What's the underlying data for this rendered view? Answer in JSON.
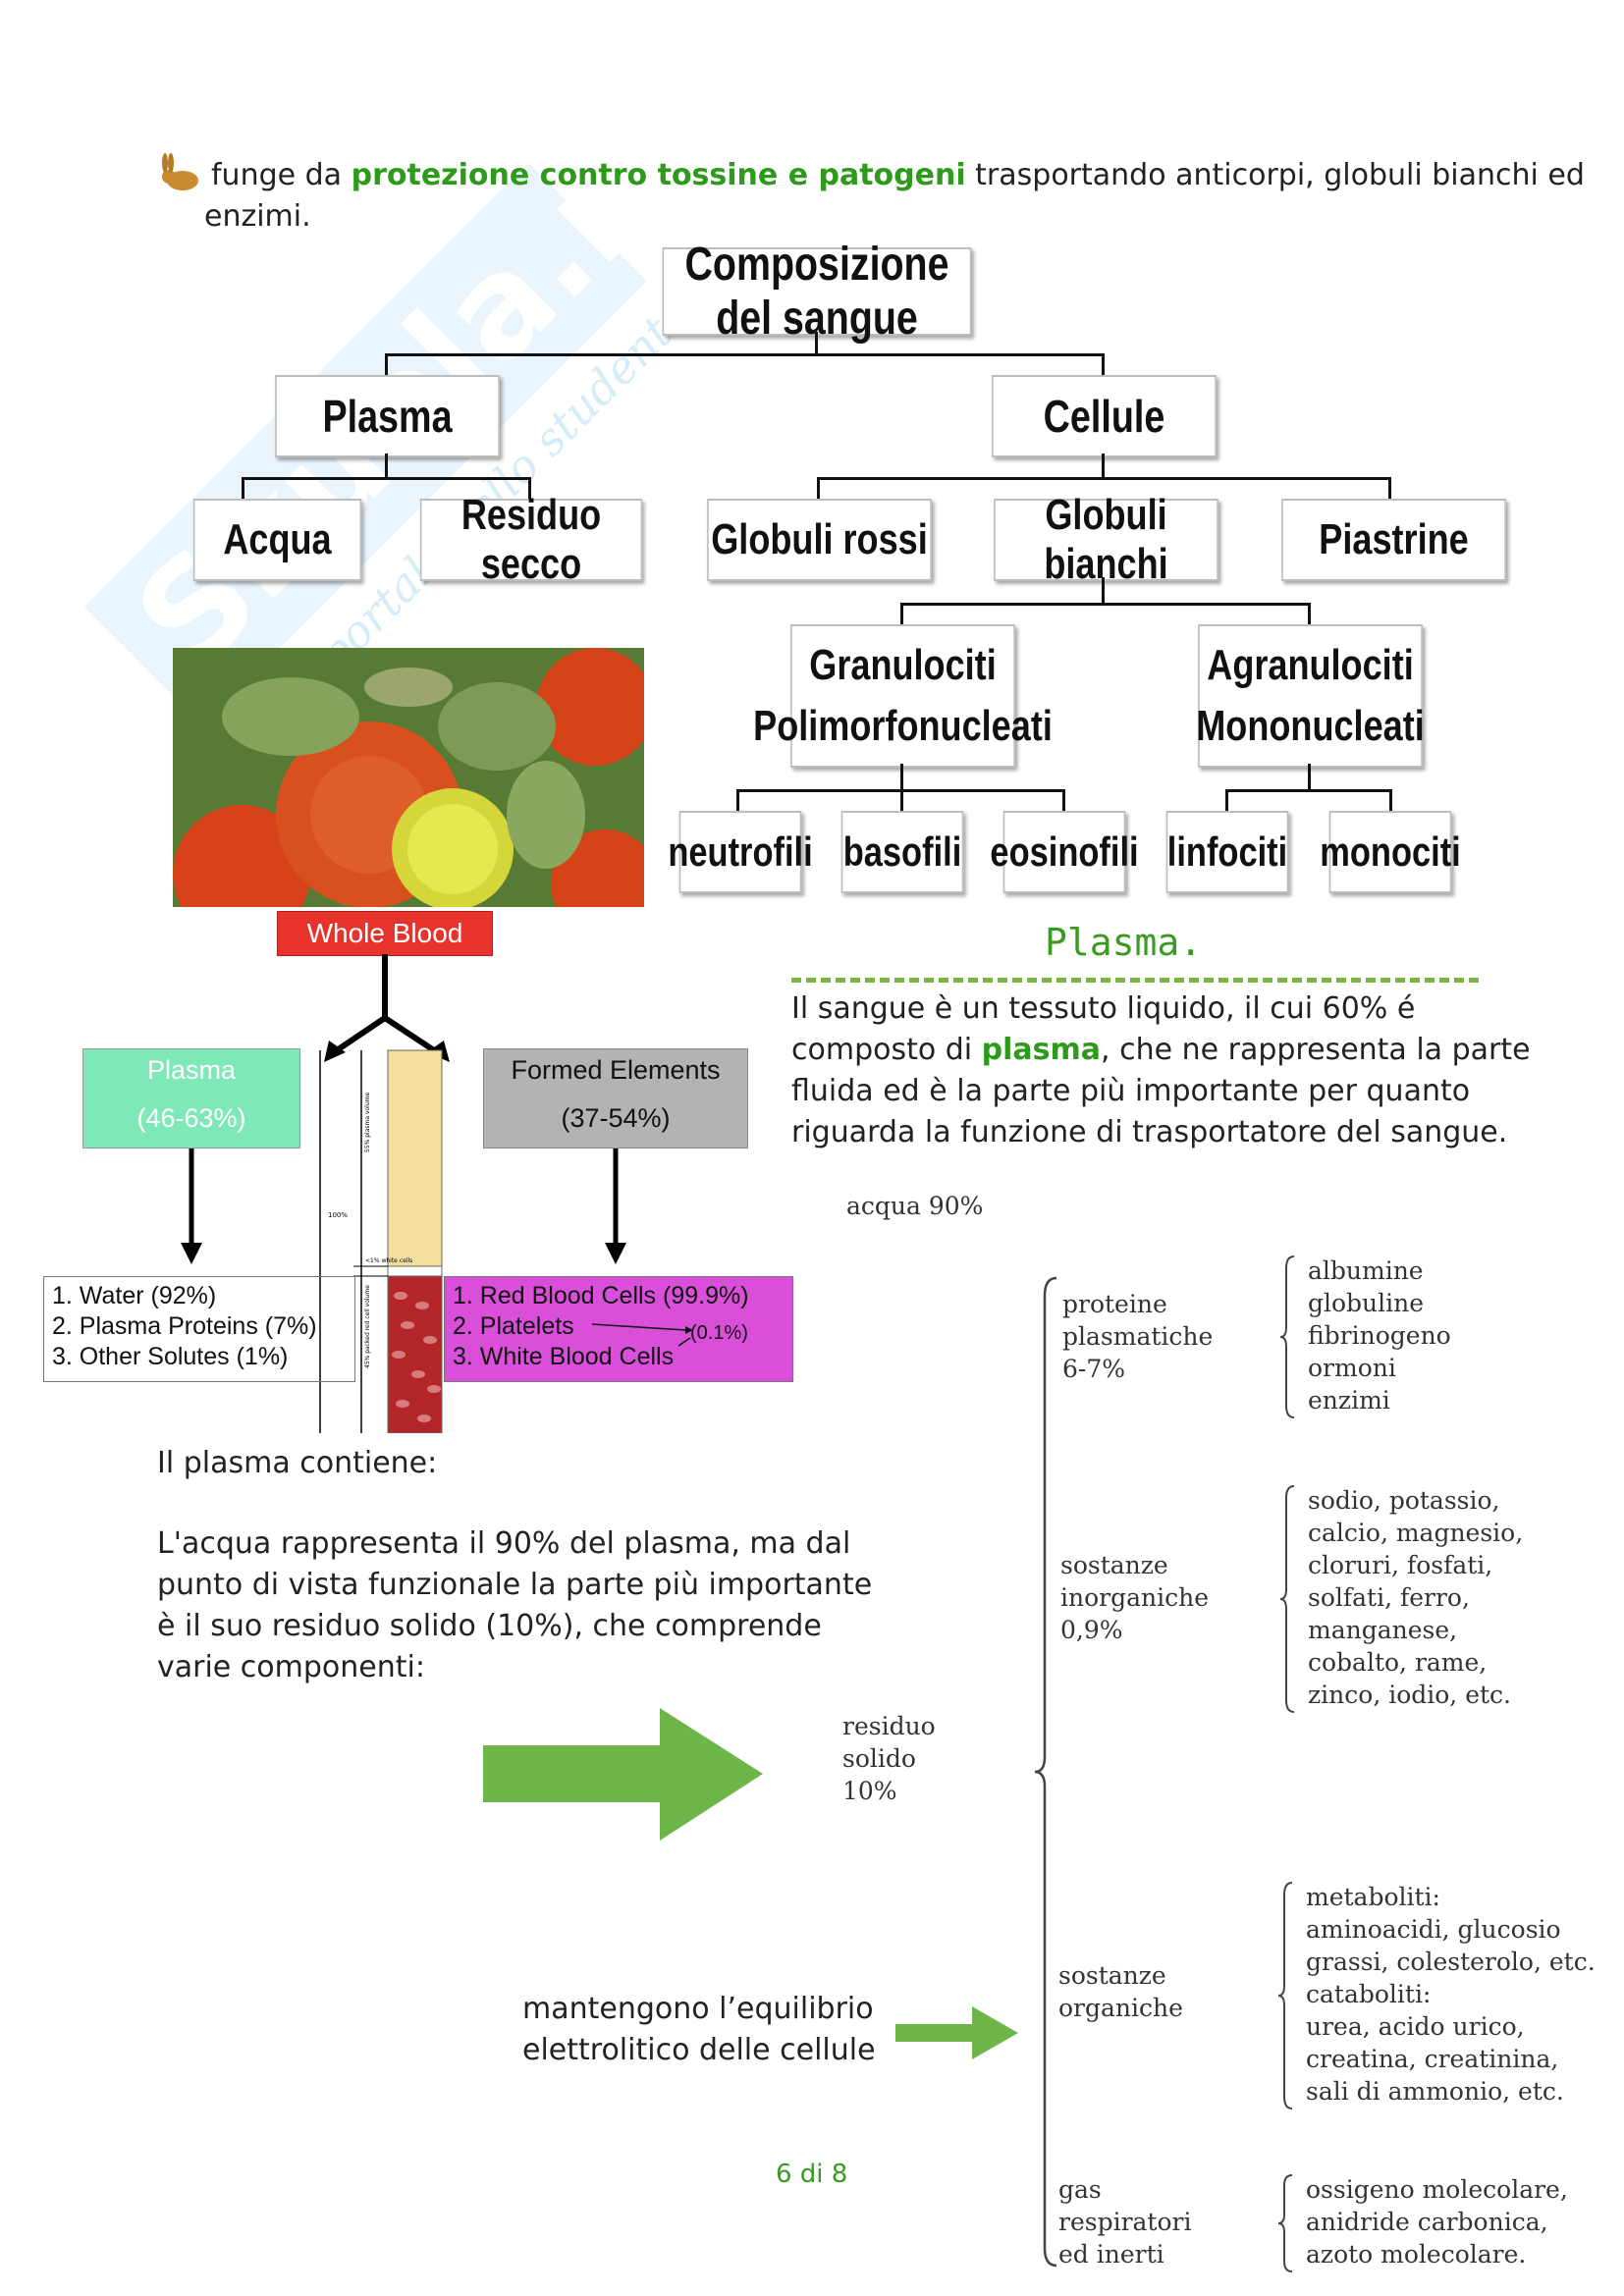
{
  "intro": {
    "prefix": "funge da ",
    "highlight": "protezione contro tossine e patogeni",
    "suffix": " trasportando anticorpi, globuli bianchi ed",
    "line2": "enzimi."
  },
  "watermark": {
    "brand": "Skuola.net",
    "tagline": "il portale dello studente"
  },
  "tree": {
    "root": "Composizione del sangue",
    "plasma": "Plasma",
    "cellule": "Cellule",
    "acqua": "Acqua",
    "residuo": "Residuo secco",
    "rossi": "Globuli rossi",
    "bianchi": "Globuli bianchi",
    "piastrine": "Piastrine",
    "granulociti_1": "Granulociti",
    "granulociti_2": "Polimorfonucleati",
    "agranulociti_1": "Agranulociti",
    "agranulociti_2": "Mononucleati",
    "neutrofili": "neutrofili",
    "basofili": "basofili",
    "eosinofili": "eosinofili",
    "linfociti": "linfociti",
    "monociti": "monociti"
  },
  "whole_blood": {
    "label": "Whole Blood",
    "plasma_title": "Plasma",
    "plasma_range": "(46-63%)",
    "formed_title": "Formed Elements",
    "formed_range": "(37-54%)",
    "plasma_items": [
      "1. Water (92%)",
      "2. Plasma Proteins (7%)",
      "3. Other Solutes (1%)"
    ],
    "formed_items": [
      "1. Red Blood Cells (99.9%)",
      "2. Platelets",
      "3. White Blood Cells"
    ],
    "formed_note": "(0.1%)",
    "tube_labels": {
      "plasma_vol": "55% plasma volume",
      "total": "100%",
      "white": "<1% white cells",
      "packed": "45% packed red cell volume"
    }
  },
  "plasma_section": {
    "heading": "Plasma.",
    "p1_a": "Il sangue è un tessuto liquido, il cui 60%  é",
    "p1_b_prefix": "composto di ",
    "p1_b_highlight": "plasma",
    "p1_b_suffix": ", che ne rappresenta la parte",
    "p1_c": "fluida ed è la parte più importante per quanto",
    "p1_d": "riguarda la funzione di trasportatore del sangue.",
    "contiene": "Il plasma contiene:",
    "p2": [
      "L'acqua rappresenta il 90% del plasma, ma dal",
      "punto di vista funzionale la parte più importante",
      "è il suo residuo solido (10%), che comprende",
      "varie componenti:"
    ],
    "equilibrio": [
      "mantengono l’equilibrio",
      "elettrolitico delle cellule"
    ]
  },
  "scan_table": {
    "acqua": "acqua  90%",
    "residuo": [
      "residuo",
      "solido",
      "10%"
    ],
    "groups": [
      {
        "name": [
          "proteine",
          "plasmatiche",
          "6-7%"
        ],
        "items": [
          "albumine",
          "globuline",
          "fibrinogeno",
          "ormoni",
          "enzimi"
        ]
      },
      {
        "name": [
          "sostanze",
          "inorganiche",
          "0,9%"
        ],
        "items": [
          "sodio, potassio,",
          "calcio, magnesio,",
          "cloruri, fosfati,",
          "solfati, ferro,",
          "manganese,",
          "cobalto, rame,",
          "zinco, iodio, etc."
        ]
      },
      {
        "name": [
          "sostanze",
          "organiche"
        ],
        "items": [
          "metaboliti:",
          "aminoacidi, glucosio",
          "grassi, colesterolo, etc.",
          "cataboliti:",
          "urea, acido urico,",
          "creatina, creatinina,",
          "sali di ammonio, etc."
        ]
      },
      {
        "name": [
          "gas",
          "respiratori",
          "ed inerti"
        ],
        "items": [
          "ossigeno molecolare,",
          "anidride carbonica,",
          "azoto molecolare."
        ]
      }
    ]
  },
  "footer": {
    "page": "6 di 8"
  },
  "colors": {
    "accent_green": "#2e9a1c",
    "arrow_green": "#6fb64a",
    "box_red": "#e8322c",
    "box_mint": "#7ee8b8",
    "box_magenta": "#d94fd9"
  }
}
